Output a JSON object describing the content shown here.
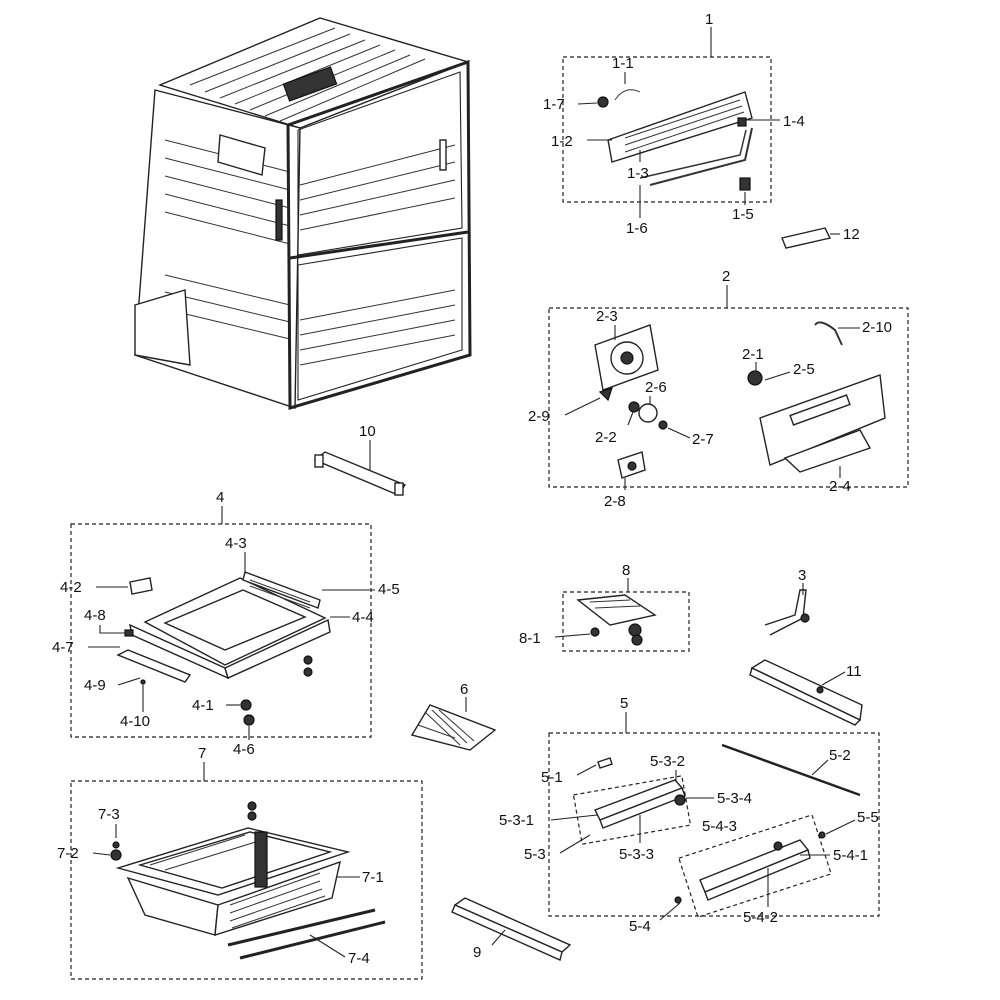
{
  "labels": {
    "g1": "1",
    "l1_1": "1-1",
    "l1_7": "1-7",
    "l1_2": "1-2",
    "l1_3": "1-3",
    "l1_4": "1-4",
    "l1_5": "1-5",
    "l1_6": "1-6",
    "l12": "12",
    "g2": "2",
    "l2_3": "2-3",
    "l2_10": "2-10",
    "l2_1": "2-1",
    "l2_5": "2-5",
    "l2_6": "2-6",
    "l2_9": "2-9",
    "l2_2": "2-2",
    "l2_7": "2-7",
    "l2_8": "2-8",
    "l2_4": "2-4",
    "l10": "10",
    "g4": "4",
    "l4_3": "4-3",
    "l4_2": "4-2",
    "l4_5": "4-5",
    "l4_8": "4-8",
    "l4_4": "4-4",
    "l4_7": "4-7",
    "l4_9": "4-9",
    "l4_10": "4-10",
    "l4_1": "4-1",
    "l4_6": "4-6",
    "g8": "8",
    "l8_1": "8-1",
    "l3": "3",
    "l11": "11",
    "l6": "6",
    "g5": "5",
    "l5_2": "5-2",
    "l5_1": "5-1",
    "l5_3_2": "5-3-2",
    "l5_3_4": "5-3-4",
    "l5_3_1": "5-3-1",
    "l5_4_3": "5-4-3",
    "l5_5": "5-5",
    "l5_3": "5-3",
    "l5_3_3": "5-3-3",
    "l5_4_1": "5-4-1",
    "l5_4": "5-4",
    "l5_4_2": "5-4-2",
    "g7": "7",
    "l7_3": "7-3",
    "l7_2": "7-2",
    "l7_1": "7-1",
    "l7_4": "7-4",
    "l9": "9"
  }
}
